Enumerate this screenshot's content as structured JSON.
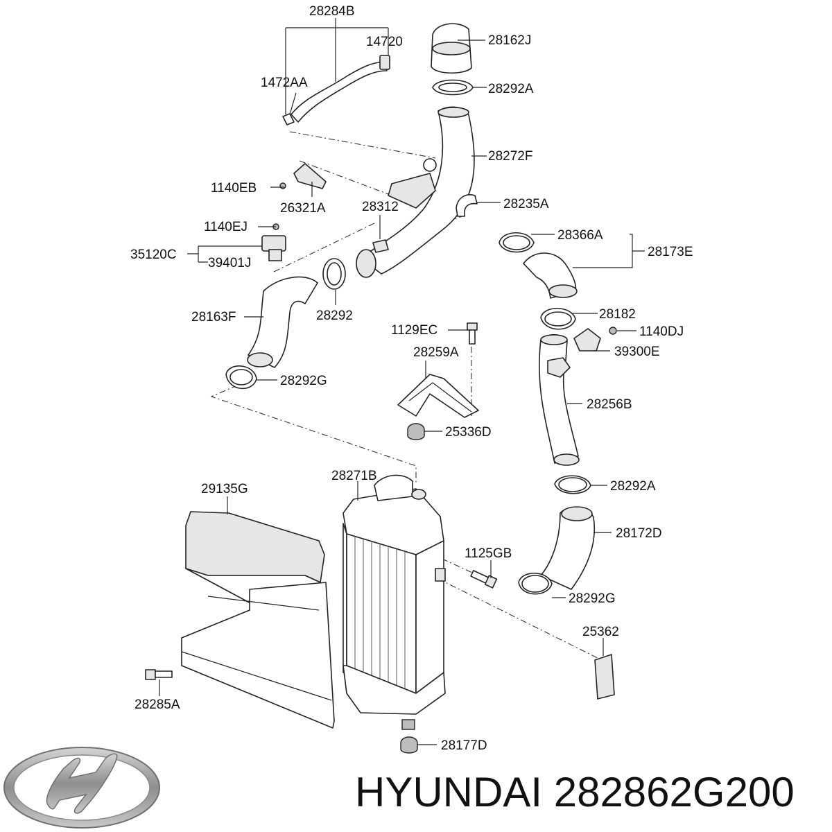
{
  "callouts": {
    "c28284B": "28284B",
    "c14720": "14720",
    "c1472AA": "1472AA",
    "c28162J": "28162J",
    "c28292A_top": "28292A",
    "c28272F": "28272F",
    "c1140EB": "1140EB",
    "c26321A": "26321A",
    "c28312": "28312",
    "c28235A": "28235A",
    "c1140EJ": "1140EJ",
    "c35120C": "35120C",
    "c39401J": "39401J",
    "c28366A": "28366A",
    "c28173E": "28173E",
    "c28163F": "28163F",
    "c28292": "28292",
    "c28182": "28182",
    "c1140DJ": "1140DJ",
    "c1129EC": "1129EC",
    "c39300E": "39300E",
    "c28259A": "28259A",
    "c28292G_left": "28292G",
    "c28256B": "28256B",
    "c25336D": "25336D",
    "c28271B": "28271B",
    "c29135G": "29135G",
    "c28292A_mid": "28292A",
    "c28172D": "28172D",
    "c1125GB": "1125GB",
    "c28292G_right": "28292G",
    "c25362": "25362",
    "c28285A": "28285A",
    "c28177D": "28177D"
  },
  "caption": "HYUNDAI 282862G200",
  "logo": {
    "icon": "hyundai-logo-icon",
    "color": "#9a9a9a"
  }
}
